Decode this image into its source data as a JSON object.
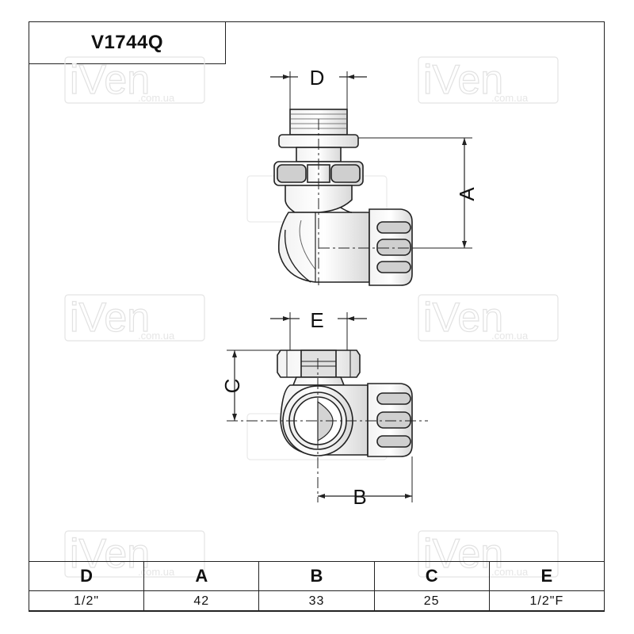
{
  "title": "V1744Q",
  "watermark": {
    "main": "iVen",
    "sub": ".com.ua"
  },
  "dimension_labels": {
    "D": "D",
    "A": "A",
    "E": "E",
    "C": "C",
    "B": "B"
  },
  "spec_table": {
    "headers": [
      "D",
      "A",
      "B",
      "C",
      "E"
    ],
    "values": [
      "1/2\"",
      "42",
      "33",
      "25",
      "1/2\"F"
    ]
  },
  "colors": {
    "line": "#222222",
    "watermark": "#e6e6e6"
  }
}
